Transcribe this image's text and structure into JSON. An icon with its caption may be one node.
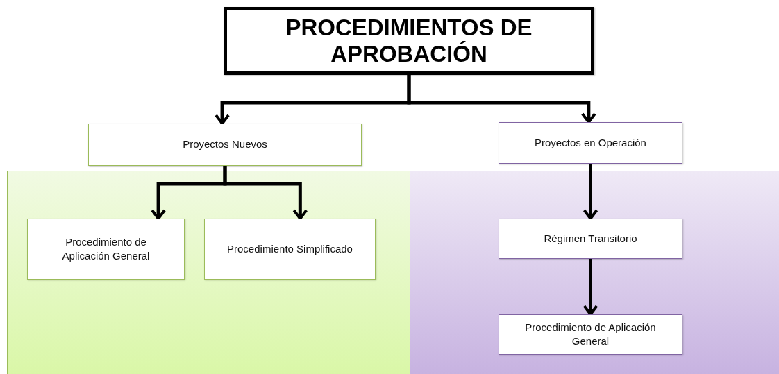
{
  "diagram": {
    "nodes": [
      {
        "text": [
          "PROCEDIMIENTOS DE APROBACIÓN"
        ]
      },
      {
        "text": [
          "Proyectos Nuevos"
        ]
      },
      {
        "text": [
          "Proyectos en Operación"
        ]
      },
      {
        "text": [
          "Procedimiento de Aplicación General"
        ]
      },
      {
        "text": [
          "Procedimiento Simplificado"
        ]
      },
      {
        "text": [
          "Régimen Transitorio"
        ]
      },
      {
        "text": [
          "Procedimiento de Aplicación General"
        ]
      }
    ],
    "edges": [
      {
        "from": 0,
        "to": 1,
        "arrow": "to"
      },
      {
        "from": 0,
        "to": 2,
        "arrow": "to"
      },
      {
        "from": 1,
        "to": 3,
        "arrow": "to"
      },
      {
        "from": 1,
        "to": 4,
        "arrow": "to"
      },
      {
        "from": 2,
        "to": 5,
        "arrow": "to"
      },
      {
        "from": 5,
        "to": 6,
        "arrow": "to"
      }
    ]
  }
}
